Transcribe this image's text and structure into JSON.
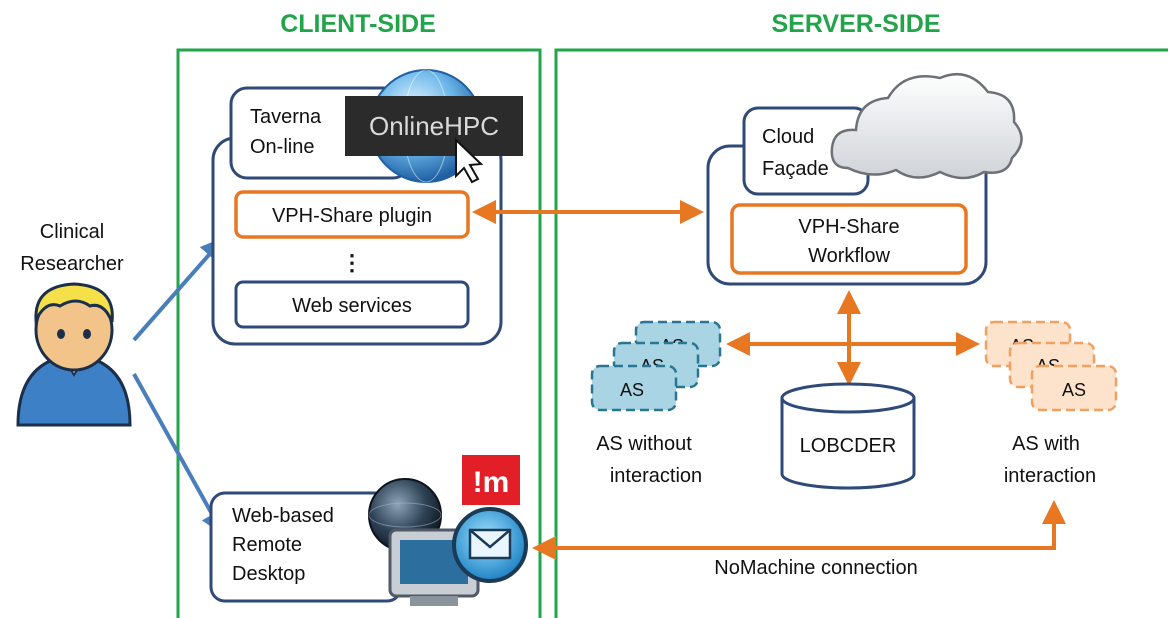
{
  "headers": {
    "client": "CLIENT-SIDE",
    "server": "SERVER-SIDE"
  },
  "user": {
    "label_line1": "Clinical",
    "label_line2": "Researcher"
  },
  "client": {
    "taverna_line1": "Taverna",
    "taverna_line2": "On-line",
    "onlinehpc": "OnlineHPC",
    "plugin": "VPH-Share plugin",
    "ellipsis": "⋮",
    "web_services": "Web services",
    "remote_line1": "Web-based",
    "remote_line2": "Remote",
    "remote_line3": "Desktop",
    "im_badge": "!m"
  },
  "server": {
    "cloud_line1": "Cloud",
    "cloud_line2": "Façade",
    "workflow_line1": "VPH-Share",
    "workflow_line2": "Workflow",
    "as_label": "AS",
    "as_without_line1": "AS without",
    "as_without_line2": "interaction",
    "lobcder": "LOBCDER",
    "as_with_line1": "AS with",
    "as_with_line2": "interaction",
    "nomachine": "NoMachine connection"
  },
  "colors": {
    "green": "#21a44a",
    "navy": "#2f4a78",
    "orange": "#e87722",
    "blue_arrow": "#4a7ebb",
    "as_blue": "#a9d4e3",
    "as_orange": "#fde3cc"
  }
}
